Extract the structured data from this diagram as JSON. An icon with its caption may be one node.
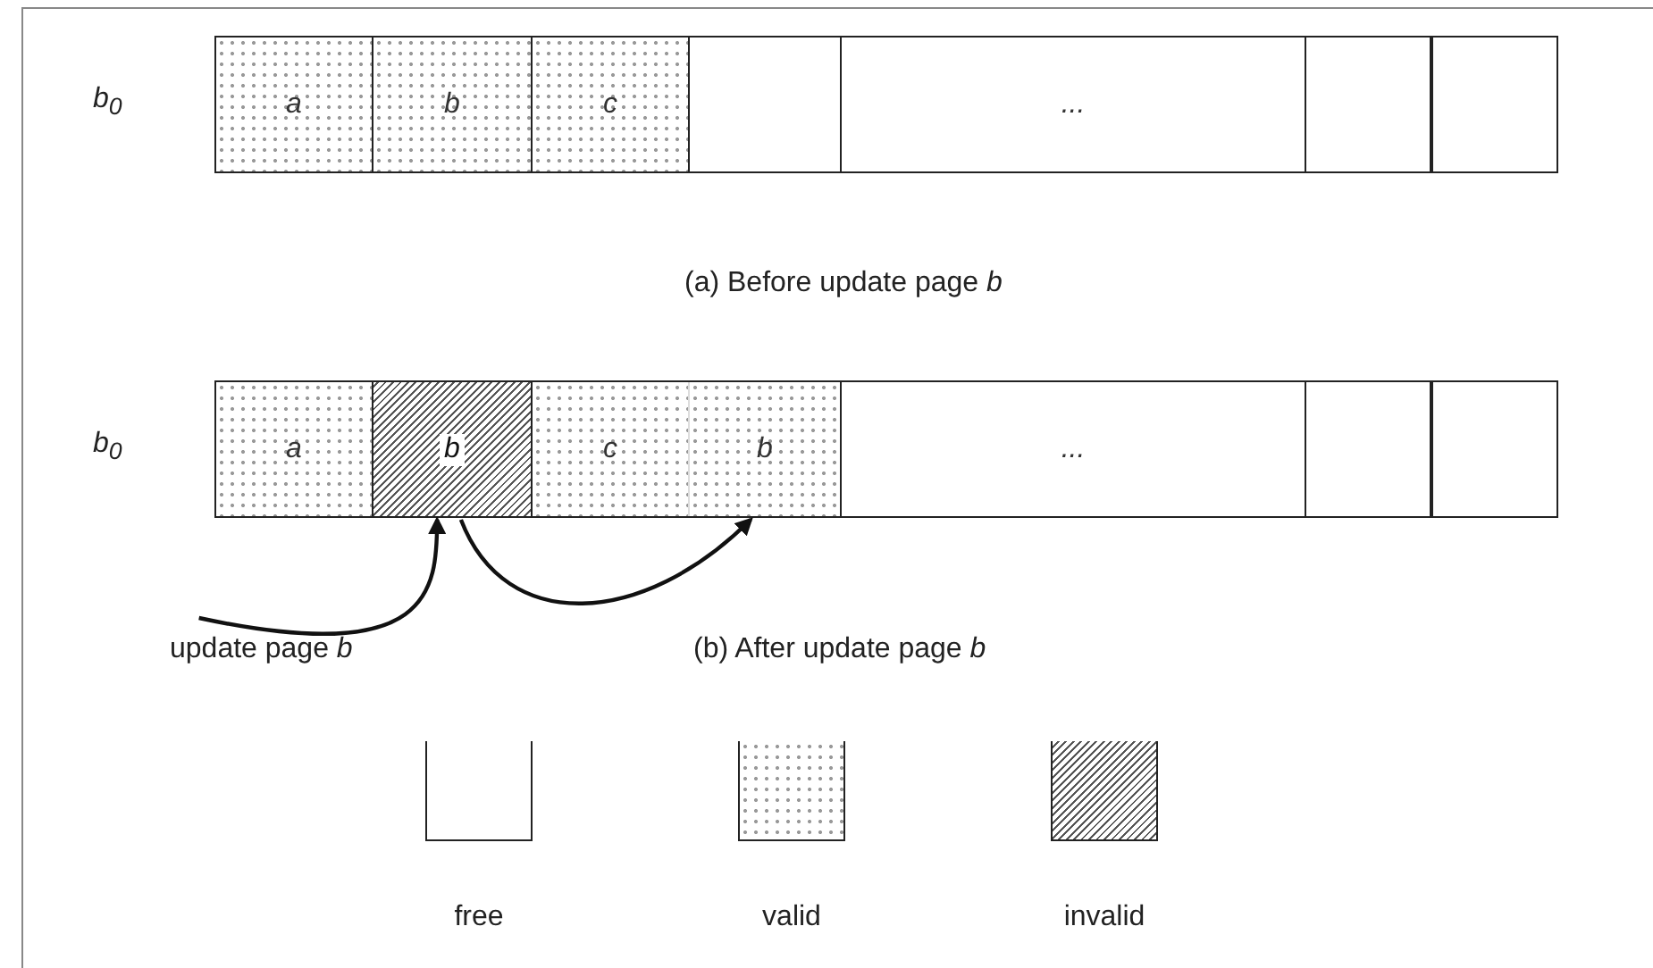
{
  "diagram": {
    "nodes": [
      {
        "text": [],
        "shape": "bar",
        "beside": [
          "b$_{0}$"
        ]
      },
      {
        "text": [
          "a"
        ],
        "in": 0
      },
      {
        "text": [
          "b"
        ],
        "in": 0
      },
      {
        "text": [
          "c"
        ],
        "in": 0
      },
      {
        "text": [],
        "shape": "box",
        "in": 0
      },
      {
        "text": [
          "..."
        ],
        "in": 0
      },
      {
        "text": [],
        "shape": "box",
        "in": 0
      },
      {
        "text": [],
        "shape": "box",
        "in": 0
      },
      {
        "text": [],
        "shape": "bar",
        "beside": [
          "b$_{0}$"
        ]
      },
      {
        "text": [
          "a"
        ],
        "in": 8
      },
      {
        "text": [
          "b"
        ],
        "in": 8
      },
      {
        "text": [
          "c"
        ],
        "in": 8
      },
      {
        "text": [
          "b"
        ],
        "in": 8
      },
      {
        "text": [
          "..."
        ],
        "in": 8
      },
      {
        "text": [],
        "shape": "box",
        "in": 8
      },
      {
        "text": [],
        "shape": "box",
        "in": 8
      },
      {
        "text": [
          "update page *b*"
        ]
      }
    ],
    "edges": [
      {
        "from": 16,
        "to": 10,
        "arrow": "to"
      },
      {
        "from": 10,
        "to": 12,
        "arrow": "to"
      }
    ],
    "labels": [
      "(a) Before update page *b*",
      "(b) After update page *b*"
    ],
    "legend": [
      {
        "text": "free"
      },
      {
        "text": "valid"
      },
      {
        "text": "invalid"
      }
    ]
  }
}
